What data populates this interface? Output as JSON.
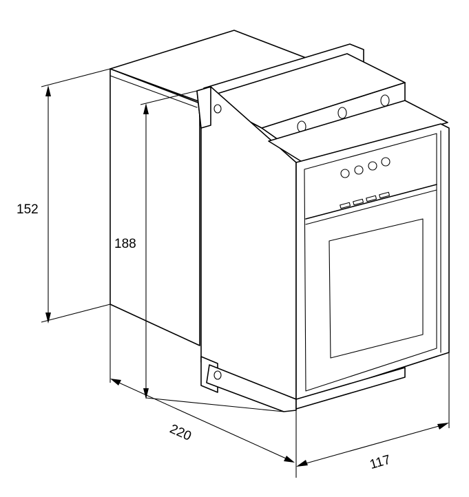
{
  "dimensions": {
    "height_rear": "152",
    "height_overall": "188",
    "depth": "220",
    "width": "117"
  }
}
